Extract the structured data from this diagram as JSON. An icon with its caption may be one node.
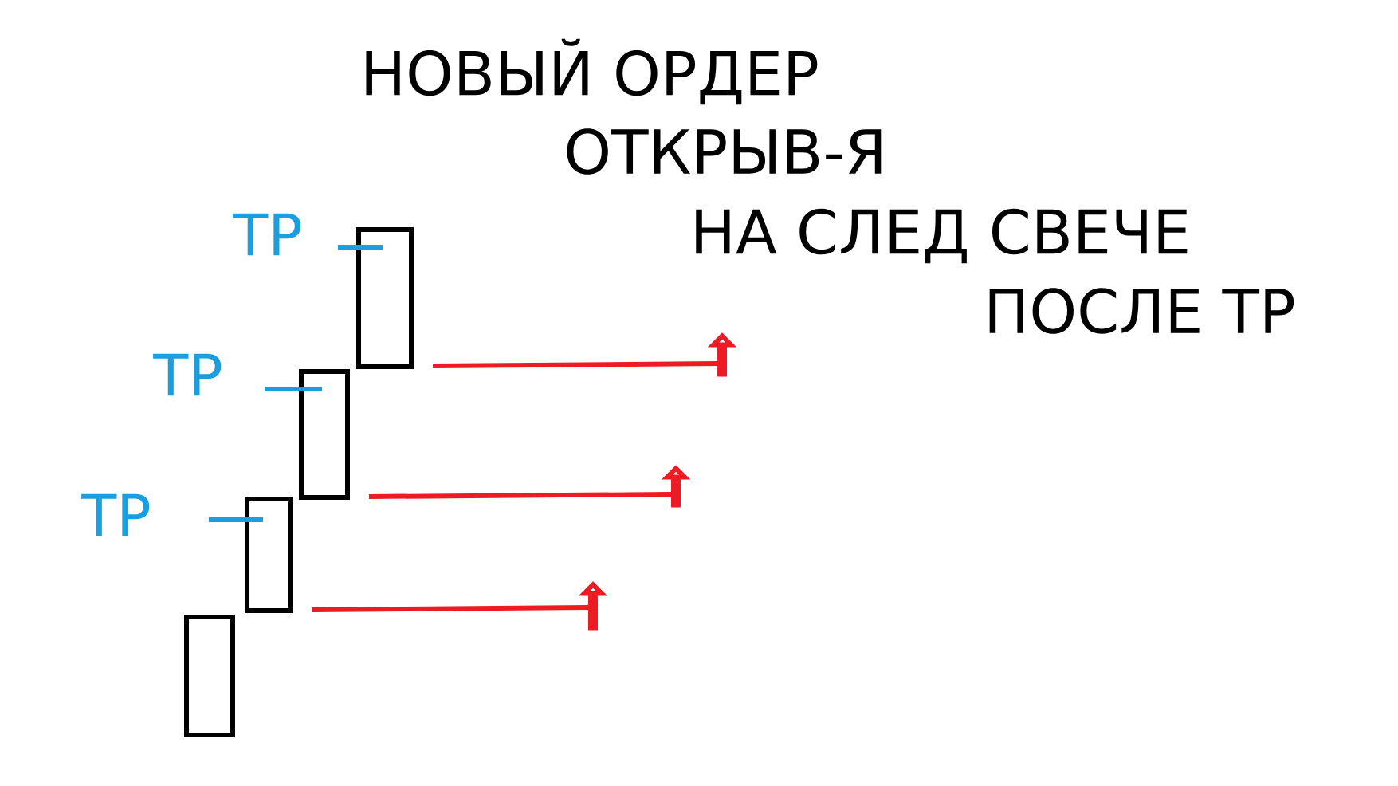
{
  "diagram": {
    "nodes": [
      {
        "text": [],
        "shape": "box"
      },
      {
        "text": [],
        "shape": "box"
      },
      {
        "text": [],
        "shape": "box"
      },
      {
        "text": [],
        "shape": "box"
      },
      {
        "text": [],
        "shape": "arrow"
      },
      {
        "text": [],
        "shape": "arrow"
      },
      {
        "text": [],
        "shape": "arrow"
      }
    ],
    "edges": [
      {
        "from": 3,
        "to": 6,
        "arrow": "none"
      },
      {
        "from": 2,
        "to": 5,
        "arrow": "none"
      },
      {
        "from": 1,
        "to": 4,
        "arrow": "none"
      }
    ],
    "labels": [
      "НОВЫЙ ОРДЕР",
      "ОТКРЫВ-Я",
      "НА СЛЕД СВЕЧЕ",
      "ПОСЛЕ ТР",
      "TP",
      "TP",
      "TP"
    ]
  }
}
